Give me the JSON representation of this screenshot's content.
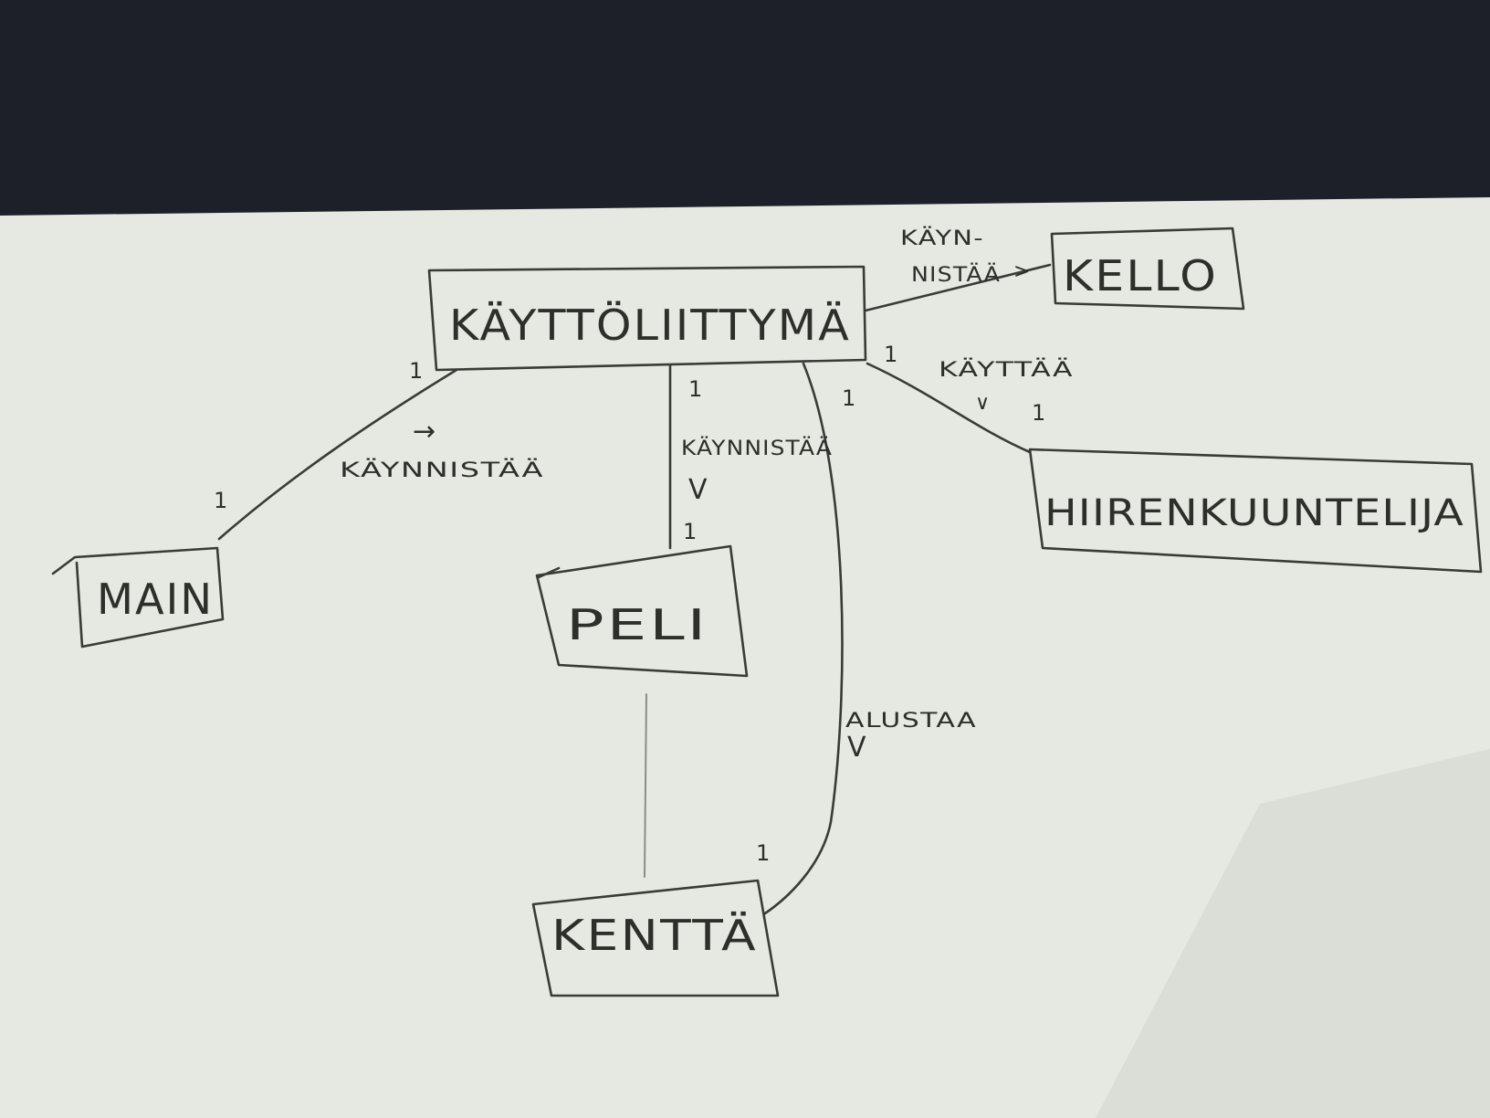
{
  "colors": {
    "background": "#1d2029",
    "paper": "#e6e9e1",
    "ink": "#3a3a36"
  },
  "boxes": {
    "kayttoliittyma": "KÄYTTÖLIITTYMÄ",
    "kello": "KELLO",
    "hiirenkuuntelija": "HIIRENKUUNTELIJA",
    "main": "MAIN",
    "peli": "PELI",
    "kentta": "KENTTÄ"
  },
  "edges": {
    "main_to_ui": {
      "label": "KÄYNNISTÄÄ",
      "arrow": "→",
      "mult_a": "1",
      "mult_b": "1"
    },
    "ui_to_kello": {
      "label_line1": "KÄYN-",
      "label_line2": "NISTÄÄ",
      "arrow": ">"
    },
    "ui_to_hiiri": {
      "label": "KÄYTTÄÄ",
      "arrow": "∨",
      "mult_a": "1",
      "mult_b": "1"
    },
    "ui_to_peli": {
      "label": "KÄYNNISTÄÄ",
      "arrow": "V",
      "mult_a": "1",
      "mult_b": "1"
    },
    "ui_to_kentta": {
      "label": "ALUSTAA",
      "arrow": "V",
      "mult_a": "1",
      "mult_b": "1"
    }
  }
}
